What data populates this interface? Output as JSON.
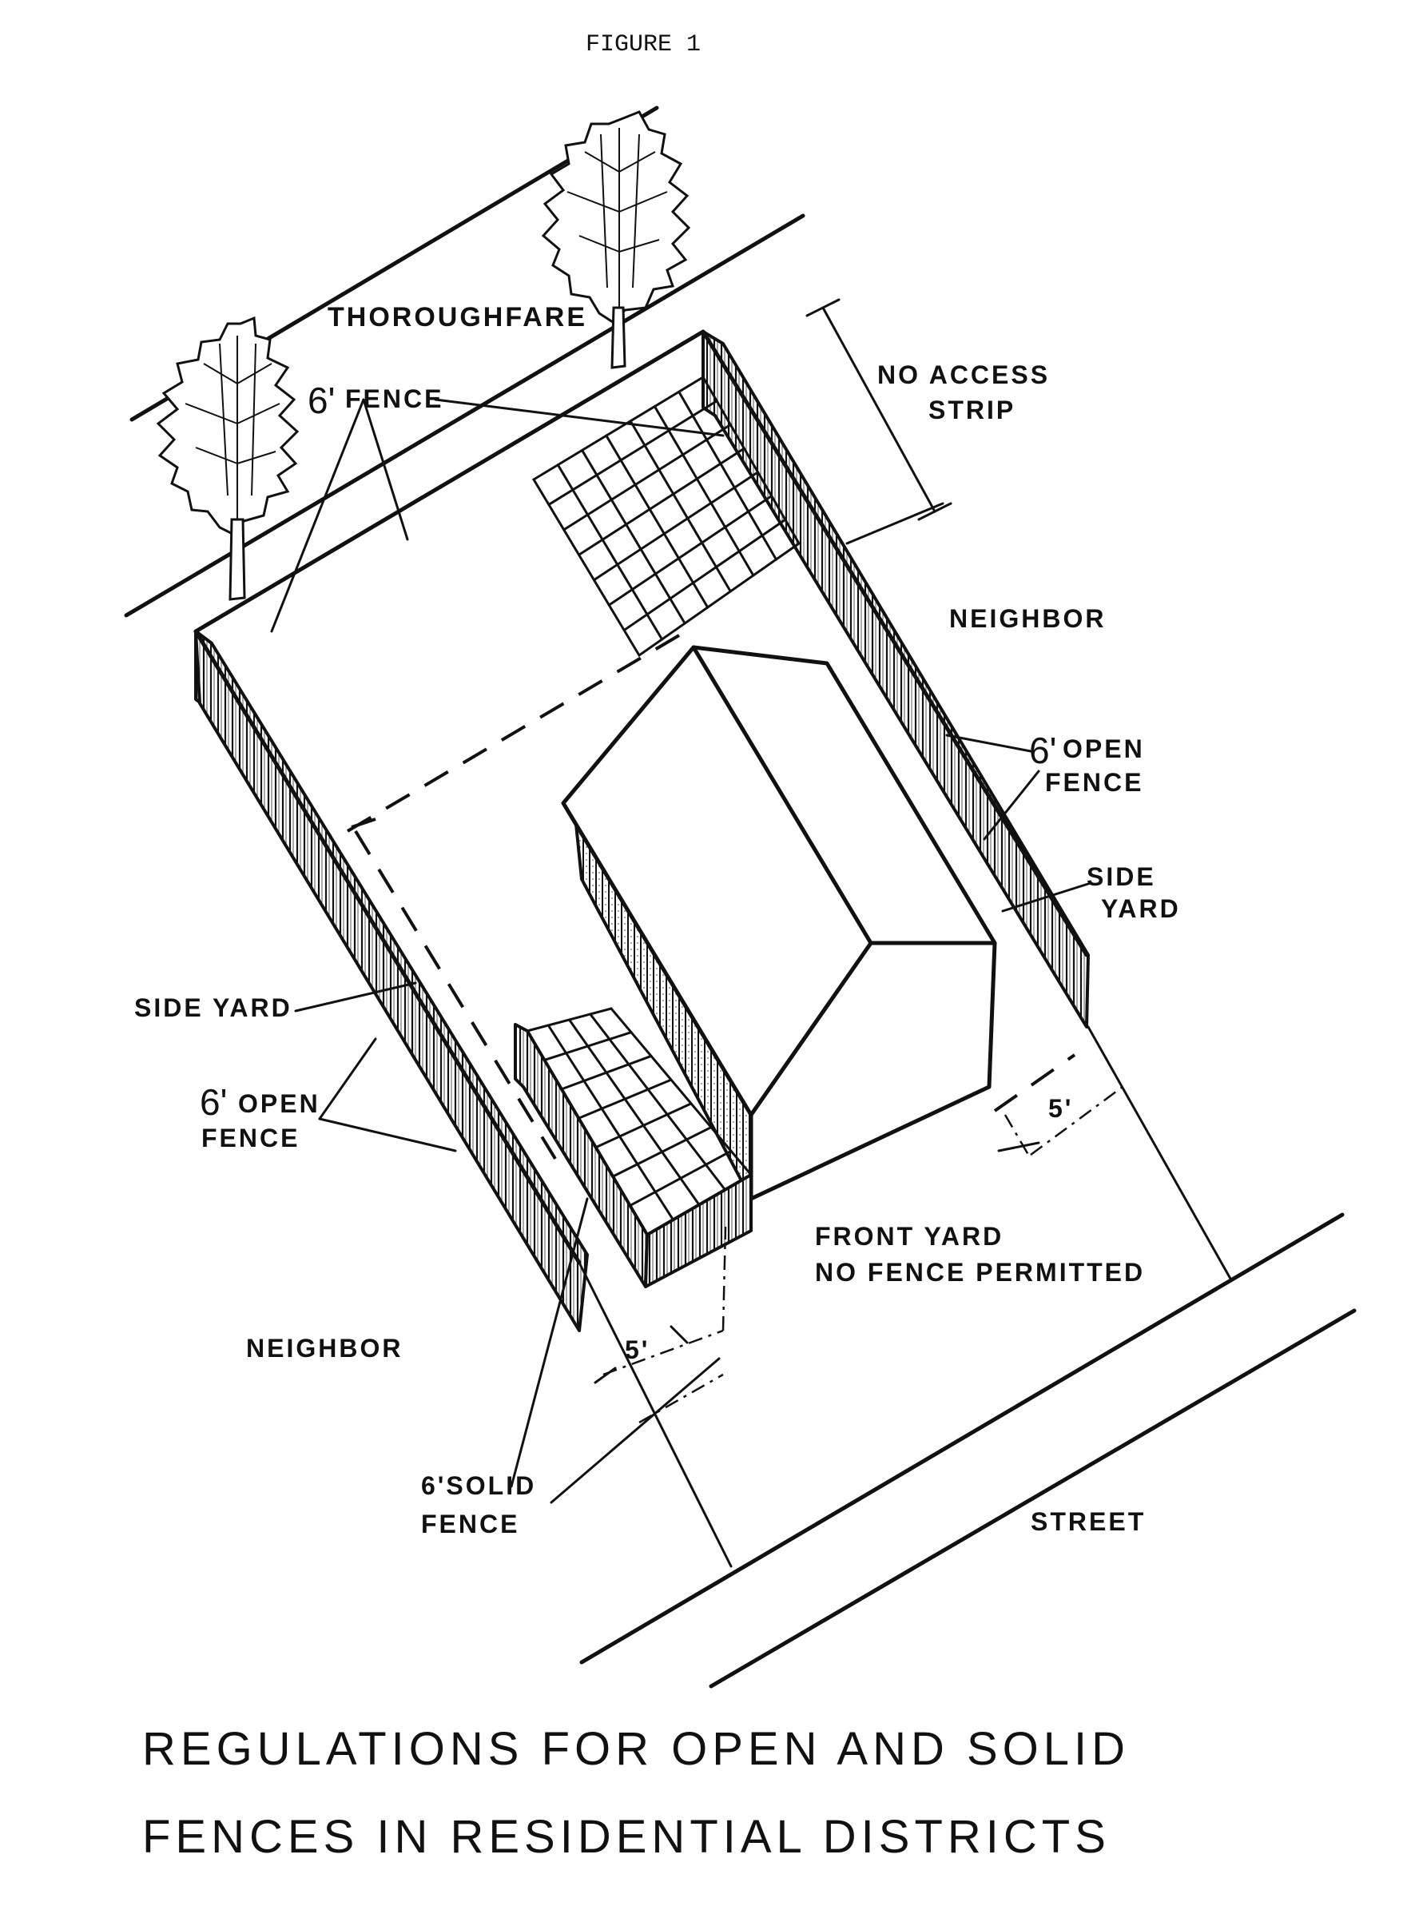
{
  "figure_label": "FIGURE 1",
  "labels": {
    "thoroughfare": "THOROUGHFARE",
    "fence_6ft": "FENCE",
    "fence_6ft_mark": "6'",
    "no_access_1": "NO ACCESS",
    "no_access_2": "STRIP",
    "neighbor_right": "NEIGHBOR",
    "open_fence_right_mark": "6'",
    "open_fence_right_1": "OPEN",
    "open_fence_right_2": "FENCE",
    "side_yard_right_1": "SIDE",
    "side_yard_right_2": "YARD",
    "side_yard_left": "SIDE YARD",
    "open_fence_left_mark": "6'",
    "open_fence_left_1": "OPEN",
    "open_fence_left_2": "FENCE",
    "dim_5_right": "5'",
    "dim_5_left": "5'",
    "front_yard_1": "FRONT YARD",
    "front_yard_2": "NO FENCE PERMITTED",
    "neighbor_left": "NEIGHBOR",
    "solid_fence_1": "6'SOLID",
    "solid_fence_2": "FENCE",
    "street": "STREET"
  },
  "caption": {
    "line1": "REGULATIONS FOR OPEN AND SOLID",
    "line2": "FENCES IN RESIDENTIAL DISTRICTS"
  }
}
